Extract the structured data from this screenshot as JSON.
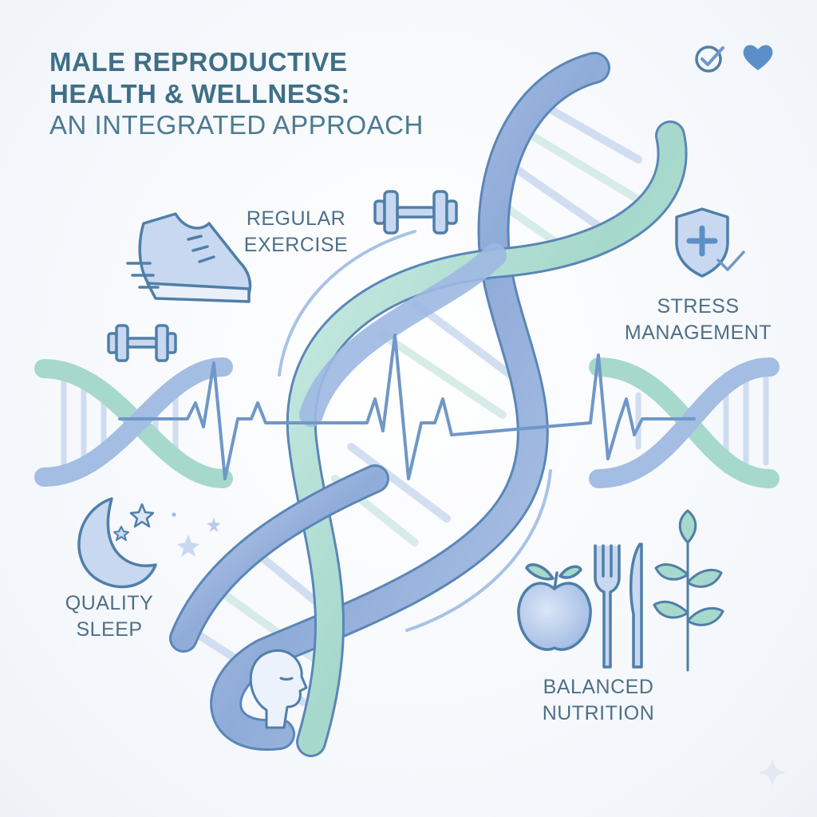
{
  "title": {
    "line1": "MALE REPRODUCTIVE",
    "line2": "HEALTH & WELLNESS:",
    "line3": "AN INTEGRATED APPROACH"
  },
  "labels": {
    "exercise": [
      "REGULAR",
      "EXERCISE"
    ],
    "stress": [
      "STRESS",
      "MANAGEMENT"
    ],
    "sleep": [
      "QUALITY",
      "SLEEP"
    ],
    "nutrition": [
      "BALANCED",
      "NUTRITION"
    ]
  },
  "icons": [
    "check-circle-icon",
    "heart-icon",
    "dumbbell-icon",
    "sneaker-icon",
    "shield-plus-icon",
    "moon-stars-icon",
    "apple-icon",
    "fork-icon",
    "knife-icon",
    "leaf-icon",
    "head-profile-icon",
    "dna-helix-icon",
    "heartbeat-line-icon",
    "sparkle-icon"
  ],
  "colors": {
    "primary_blue": "#7f9fcf",
    "light_blue": "#b9cceb",
    "mint": "#a8d8cc",
    "outline": "#4f7fa8",
    "text": "#3f6f87"
  }
}
